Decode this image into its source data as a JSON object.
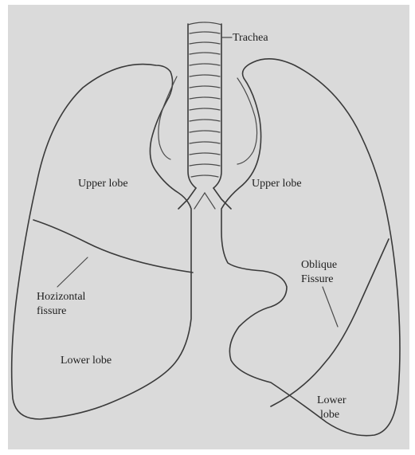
{
  "labels": {
    "trachea": "Trachea",
    "upper_lobe_left": "Upper lobe",
    "upper_lobe_right": "Upper lobe",
    "horizontal_fissure_line1": "Hozizontal",
    "horizontal_fissure_line2": "fissure",
    "oblique_fissure_line1": "Oblique",
    "oblique_fissure_line2": "Fissure",
    "lower_lobe_left": "Lower lobe",
    "lower_lobe_right_line1": "Lower",
    "lower_lobe_right_line2": "lobe"
  },
  "colors": {
    "paper": "#d9d9d9",
    "ink": "#3a3a3a",
    "border": "#ffffff"
  }
}
